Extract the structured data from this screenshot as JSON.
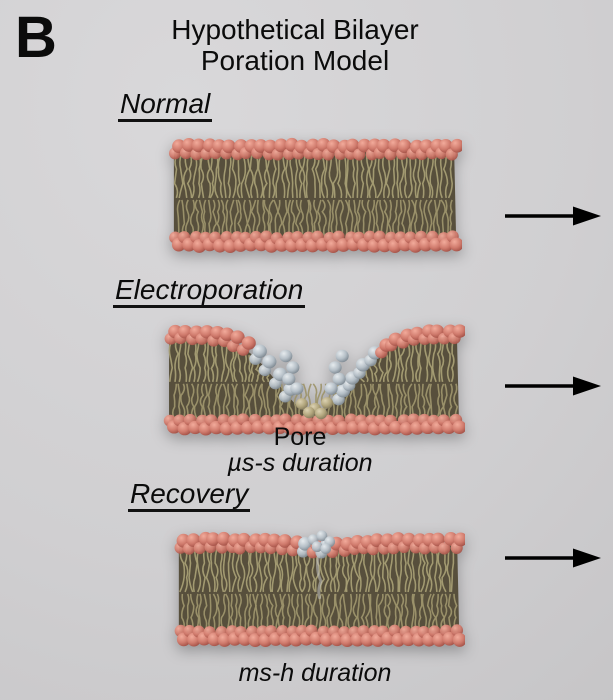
{
  "panel_label": "B",
  "title_line1": "Hypothetical Bilayer",
  "title_line2": "Poration Model",
  "sections": {
    "normal": {
      "heading": "Normal"
    },
    "electroporation": {
      "heading": "Electroporation",
      "pore_label": "Pore",
      "duration_label": "µs-s duration"
    },
    "recovery": {
      "heading": "Recovery",
      "duration_label": "ms-h duration"
    }
  },
  "icons": {
    "right_arrow": "→"
  },
  "colors": {
    "background": "#d0cfd1",
    "lipid_head": "#cf7468",
    "lipid_tail": "#a79e74",
    "tail_region_dark": "#574f3c",
    "pore_sphere_gray": "#b4bec6",
    "pore_sphere_tan": "#b2a67d",
    "arrow": "#000000",
    "text": "#0b0b0b"
  }
}
